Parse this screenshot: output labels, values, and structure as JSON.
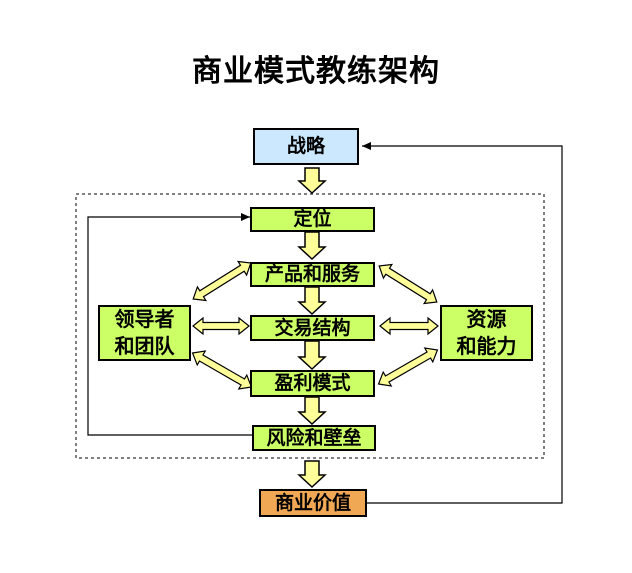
{
  "title": "商业模式教练架构",
  "nodes": {
    "strategy": "战略",
    "positioning": "定位",
    "products_services": "产品和服务",
    "transaction_structure": "交易结构",
    "profit_model": "盈利模式",
    "risk_barriers": "风险和壁垒",
    "business_value": "商业价值",
    "leaders_team": {
      "line1": "领导者",
      "line2": "和团队"
    },
    "resources_capabilities": {
      "line1": "资源",
      "line2": "和能力"
    }
  },
  "colors": {
    "core_fill": "#ccff66",
    "strategy_fill": "#cce8ff",
    "value_fill": "#f0a855",
    "arrow_fill": "#ffff99",
    "double_arrow_fill": "#ffff99"
  }
}
